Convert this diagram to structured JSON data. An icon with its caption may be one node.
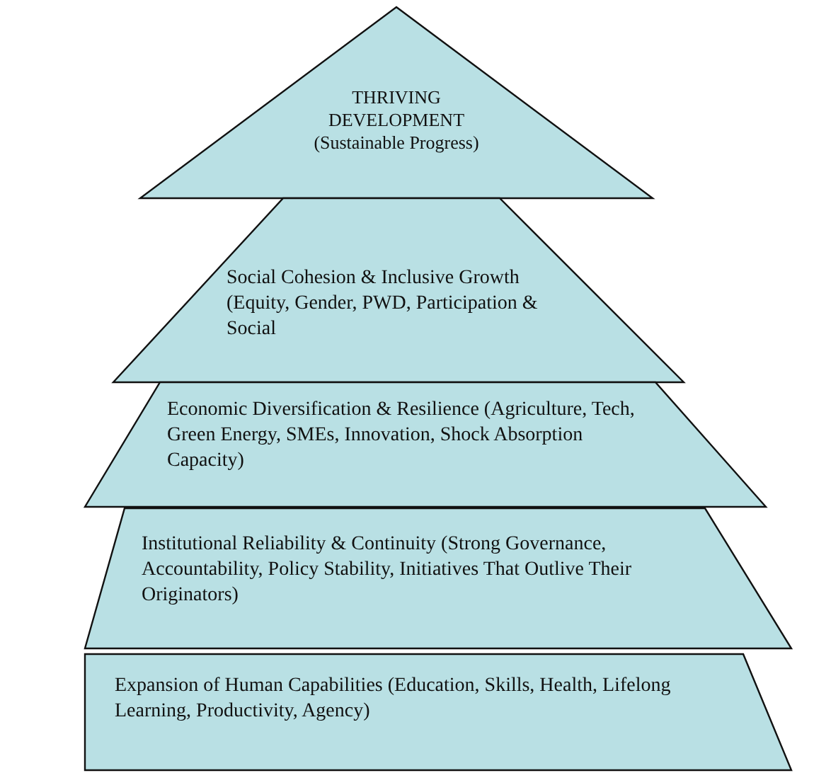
{
  "diagram": {
    "nodes": [
      {
        "text": [
          "THRIVING DEVELOPMENT (Sustainable Progress)"
        ]
      },
      {
        "text": [
          "Social Cohesion & Inclusive Growth (Equity, Gender, PWD, Participation & Social"
        ]
      },
      {
        "text": [
          "Economic Diversification & Resilience (Agriculture, Tech, Green Energy, SMEs, Innovation, Shock Absorption Capacity)"
        ]
      },
      {
        "text": [
          "Institutional Reliability & Continuity (Strong Governance, Accountability, Policy Stability, Initiatives That Outlive Their Originators)"
        ]
      },
      {
        "text": [
          "Expansion of Human Capabilities (Education, Skills, Health, Lifelong Learning, Productivity, Agency)"
        ]
      }
    ],
    "edges": []
  }
}
